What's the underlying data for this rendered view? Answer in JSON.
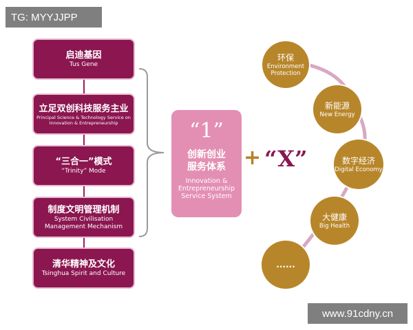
{
  "tag": "TG: MYYJJPP",
  "watermark": "www.91cdny.cn",
  "pillars": [
    {
      "cn": "启迪基因",
      "en": "Tus Gene"
    },
    {
      "cn": "立足双创科技服务主业",
      "en": "Principal Science & Technology Service on Innovation & Entrepreneurship"
    },
    {
      "cn": "“三合一”模式",
      "en": "“Trinity” Mode"
    },
    {
      "cn": "制度文明管理机制",
      "en": "System Civilisation Management Mechanism"
    },
    {
      "cn": "清华精神及文化",
      "en": "Tsinghua Spirit and Culture"
    }
  ],
  "center": {
    "big": "“1”",
    "cn_line1": "创新创业",
    "cn_line2": "服务体系",
    "en": "Innovation & Entrepreneurship Service System"
  },
  "plus": "+",
  "x_label": "“X”",
  "circles": [
    {
      "cn": "环保",
      "en": "Environment Protection"
    },
    {
      "cn": "新能源",
      "en": "New Energy"
    },
    {
      "cn": "数字经济",
      "en": "Digital Economy"
    },
    {
      "cn": "大健康",
      "en": "Big Health"
    },
    {
      "cn": "......",
      "en": ""
    }
  ],
  "colors": {
    "pillar": "#8b1650",
    "center": "#e38fb3",
    "circle": "#b8862a",
    "accent": "#8b1650"
  }
}
